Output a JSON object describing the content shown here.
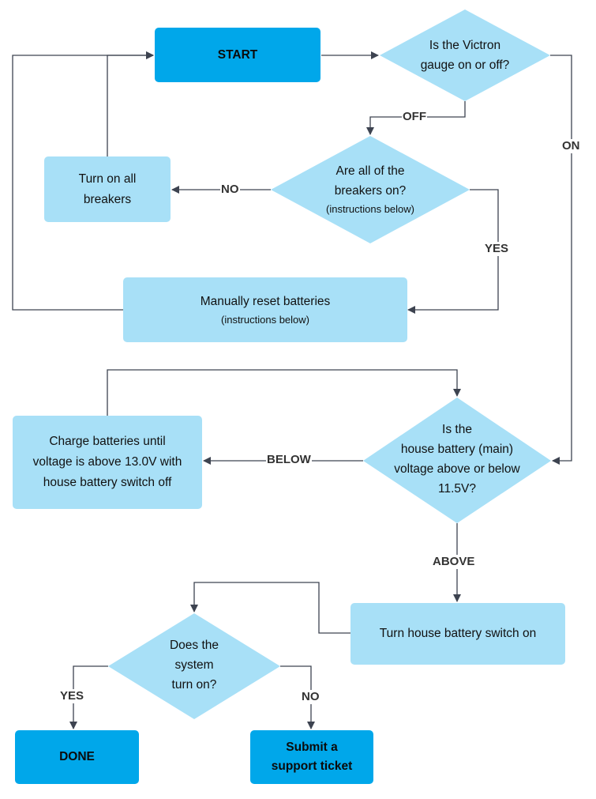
{
  "nodes": {
    "start": "START",
    "victron_q": [
      "Is the Victron",
      "gauge on or off?"
    ],
    "breakers_q": [
      "Are all of the",
      "breakers on?"
    ],
    "breakers_q_note": "(instructions below)",
    "turn_on_breakers": [
      "Turn on all",
      "breakers"
    ],
    "manual_reset": "Manually reset batteries",
    "manual_reset_note": "(instructions below)",
    "charge": [
      "Charge batteries until",
      "voltage is above 13.0V with",
      "house battery switch off"
    ],
    "voltage_q": [
      "Is the",
      "house battery (main)",
      "voltage above or below",
      "11.5V?"
    ],
    "switch_on": "Turn house battery switch on",
    "system_q": [
      "Does the",
      "system",
      "turn on?"
    ],
    "done": "DONE",
    "ticket": [
      "Submit a",
      "support ticket"
    ]
  },
  "edges": {
    "off": "OFF",
    "on": "ON",
    "no_breakers": "NO",
    "yes_breakers": "YES",
    "below": "BELOW",
    "above": "ABOVE",
    "yes_system": "YES",
    "no_system": "NO"
  },
  "colors": {
    "process": "#a8e0f7",
    "terminal": "#00a7ea",
    "decision": "#a8e0f7",
    "line": "#3d4350"
  }
}
